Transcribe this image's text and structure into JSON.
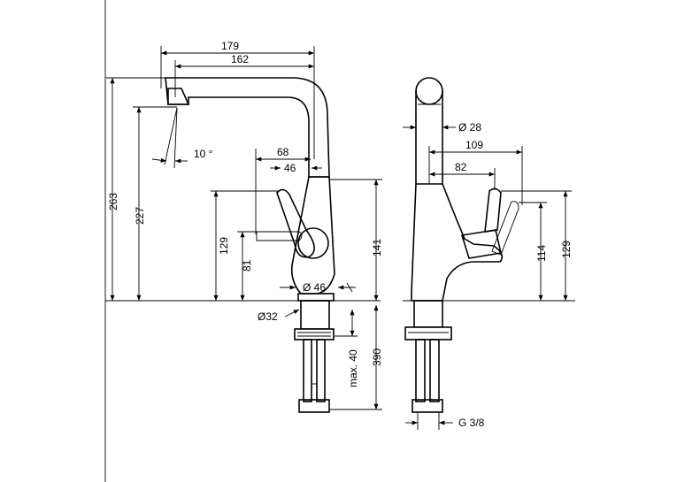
{
  "left_view": {
    "dims": {
      "d179": "179",
      "d162": "162",
      "d263": "263",
      "d227": "227",
      "angle": "10 °",
      "d68": "68",
      "d46": "46",
      "d129": "129",
      "d81": "81",
      "d141": "141",
      "dia46": "Ø 46",
      "dia32": "Ø32",
      "max40": "max. 40",
      "d390": "390"
    }
  },
  "right_view": {
    "dims": {
      "dia28": "Ø 28",
      "d109": "109",
      "d82": "82",
      "d114": "114",
      "d129": "129",
      "thread": "G 3/8"
    }
  }
}
